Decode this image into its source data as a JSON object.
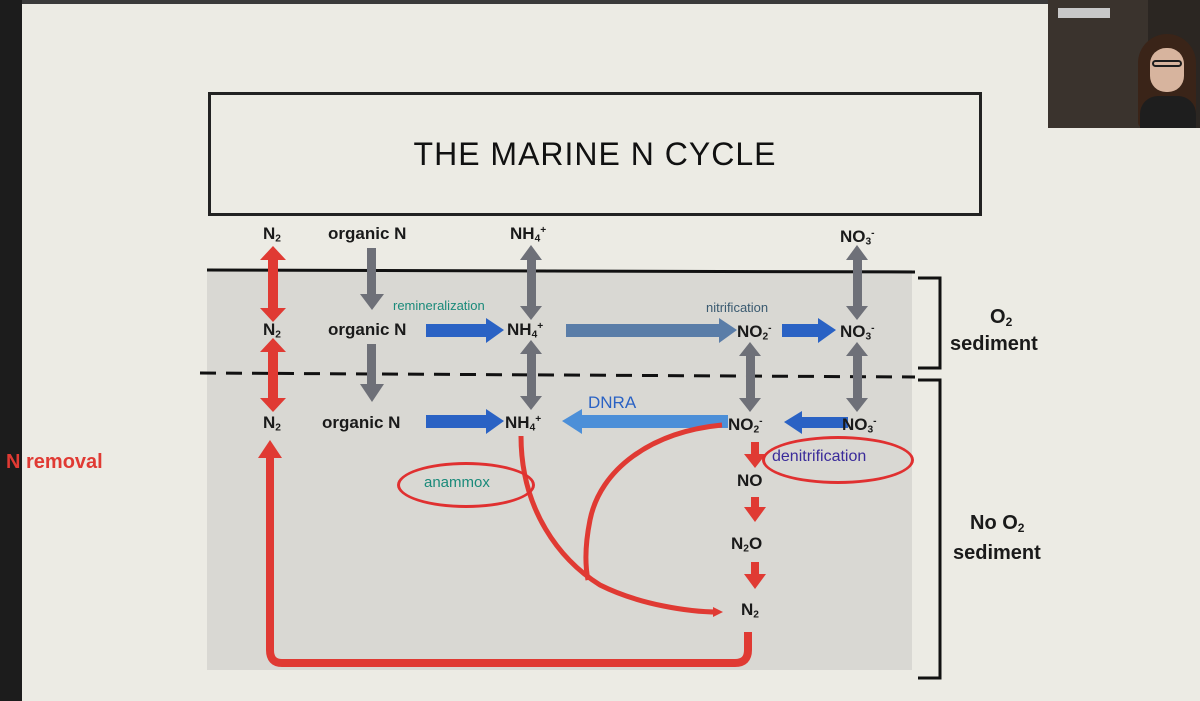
{
  "slide": {
    "title": "THE MARINE N CYCLE",
    "side_label": "N removal"
  },
  "water_column": {
    "n2": "N2",
    "organic_n": "organic N",
    "nh4": "NH4+",
    "no3": "NO3-"
  },
  "oxic_layer": {
    "n2": "N2",
    "organic_n": "organic N",
    "nh4": "NH4+",
    "no2": "NO2-",
    "no3": "NO3-",
    "remineralization": "remineralization",
    "nitrification": "nitrification",
    "zone_label_line1": "O2",
    "zone_label_line2": "sediment"
  },
  "anoxic_layer": {
    "n2": "N2",
    "organic_n": "organic N",
    "nh4": "NH4+",
    "no2": "NO2-",
    "no3": "NO3-",
    "dnra": "DNRA",
    "anammox": "anammox",
    "denitrification": "denitrification",
    "no": "NO",
    "n2o": "N2O",
    "n2_final": "N2",
    "zone_label_line1": "No O2",
    "zone_label_line2": "sediment"
  },
  "colors": {
    "slide_bg": "#ecebe4",
    "sediment": "#d9d8d3",
    "red_arrow": "#e03a33",
    "blue_arrow": "#2a62c4",
    "grey_arrow": "#6e7078",
    "teal_text": "#1a8a7a",
    "purple_text": "#3a2b9a"
  }
}
